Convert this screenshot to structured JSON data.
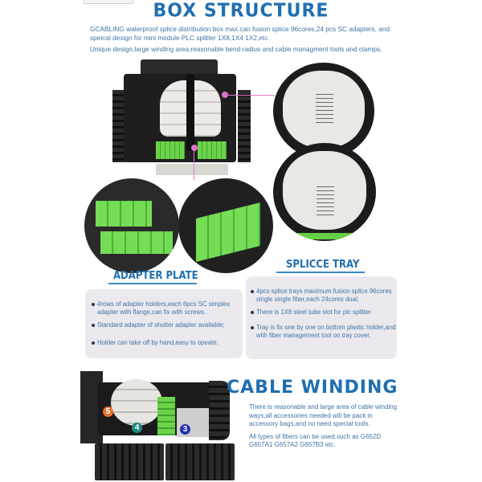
{
  "header": {
    "title": "BOX STRUCTURE",
    "intro_lines": [
      "GCABLING waterproof splice distribution box max.can fusion splice 96cores,24 pcs SC adapters, and speical design for mini module PLC splitter 1X8,1X4 1X2,etc.",
      "Unique design,large winding area,reasonable bend radius and cable managment tools and clamps."
    ]
  },
  "adapter_plate": {
    "title": "ADAPTER PLATE",
    "bullets": [
      "4rows of adapter holders,each 6pcs SC simplex adapter with flange,can fix with screws.",
      "Standard adapter of shutter adapter available;",
      "Holder can take off by hand,easy to opeate."
    ]
  },
  "splice_tray": {
    "title": "SPLICCE TRAY",
    "bullets": [
      "4pcs splice trays maximum fusion splice 96cores single single fiber,each 24cores dual;",
      "There is 1X8 steel tube slot for plc splitter",
      "Tray is fix one by one on bottom plastic holder,and with fiber management tool on tray cover,"
    ]
  },
  "cable_winding": {
    "title": "CABLE WINDING",
    "paragraphs": [
      "There is reasonable and large area of cable winding ways,all accessories needed will be pack in accessory bags,and no need special tools.",
      "All types of fibers can be used,such as G652D G657A1 G657A2 G657B3 etc."
    ],
    "markers": [
      {
        "label": "5",
        "color": "#e8742a"
      },
      {
        "label": "4",
        "color": "#1f8a80"
      },
      {
        "label": "3",
        "color": "#2233b0"
      }
    ]
  },
  "colors": {
    "heading": "#1f6fb0",
    "body_text": "#3f74a6",
    "panel_bg": "#ebe9ee",
    "adapter_green": "#6ad34a",
    "callout_pink": "#e27bc9"
  }
}
